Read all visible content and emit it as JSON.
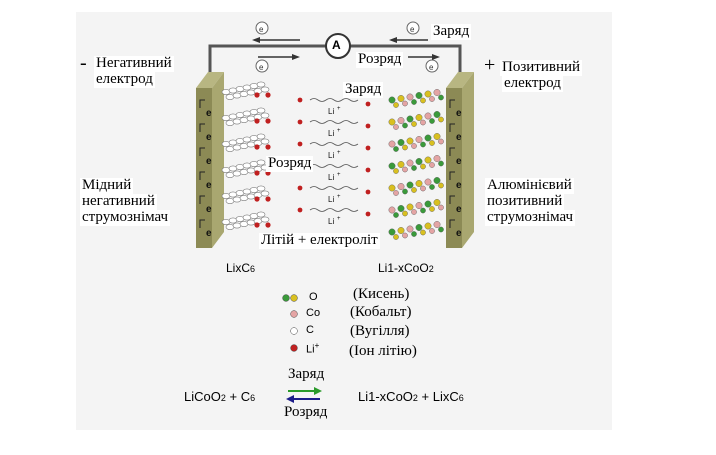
{
  "labels": {
    "negative_electrode_line1": "Негативний",
    "negative_electrode_line2": "електрод",
    "negative_sign": "-",
    "positive_electrode_line1": "Позитивний",
    "positive_electrode_line2": "електрод",
    "positive_sign": "+",
    "copper_collector": [
      "Мідний",
      "негативний",
      "струмознімач"
    ],
    "aluminium_collector": [
      "Алюмінієвий",
      "позитивний",
      "струмознімач"
    ],
    "charge_top": "Заряд",
    "discharge_top": "Розряд",
    "charge_mid": "Заряд",
    "discharge_mid": "Розряд",
    "electrolyte": "Літій + електроліт",
    "ammeter": "A",
    "electron_symbol": "e",
    "li_ion": "Li",
    "li_sup": "+",
    "anode_formula_main": "LixC",
    "anode_formula_sub": "6",
    "cathode_formula": "Li1-xCoO",
    "cathode_formula_sub": "2"
  },
  "legend": [
    {
      "symbol": "O",
      "name": "(Кисень)",
      "color": "#3a9a3a",
      "color2": "#d9c020"
    },
    {
      "symbol": "Co",
      "name": "(Кобальт)",
      "color": "#e4a4a4"
    },
    {
      "symbol": "C",
      "name": "(Вугілля)",
      "color": "#ffffff"
    },
    {
      "symbol": "Li",
      "sup": "+",
      "name": "(Іон літію)",
      "color": "#c02020"
    }
  ],
  "equation": {
    "left": "LiCoO",
    "left_sub": "2",
    "left_plus": " + C",
    "left_sub2": "6",
    "right": "Li1-xCoO",
    "right_sub": "2",
    "right_plus": " + LixC",
    "right_sub2": "6",
    "forward_label": "Заряд",
    "reverse_label": "Розряд",
    "forward_color": "#2a9a2a",
    "reverse_color": "#1c1c8a"
  },
  "colors": {
    "electrode_plate": "#8c8a55",
    "electrode_side": "#b8b682",
    "wire": "#555555",
    "li_ion": "#c02020"
  }
}
